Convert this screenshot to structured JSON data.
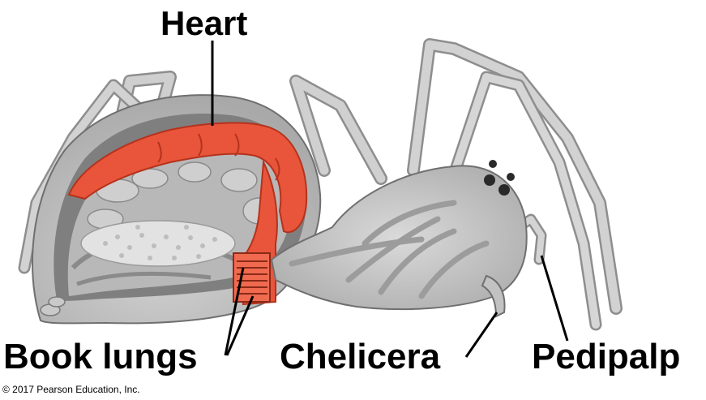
{
  "labels": {
    "heart": "Heart",
    "book_lungs": "Book lungs",
    "chelicera": "Chelicera",
    "pedipalp": "Pedipalp"
  },
  "copyright": "© 2017 Pearson Education, Inc.",
  "colors": {
    "body": "#c9c9c9",
    "body_dark": "#8a8a8a",
    "cavity": "#7a7a7a",
    "heart": "#e8553a",
    "heart_outline": "#b5321c",
    "leader": "#000000"
  }
}
